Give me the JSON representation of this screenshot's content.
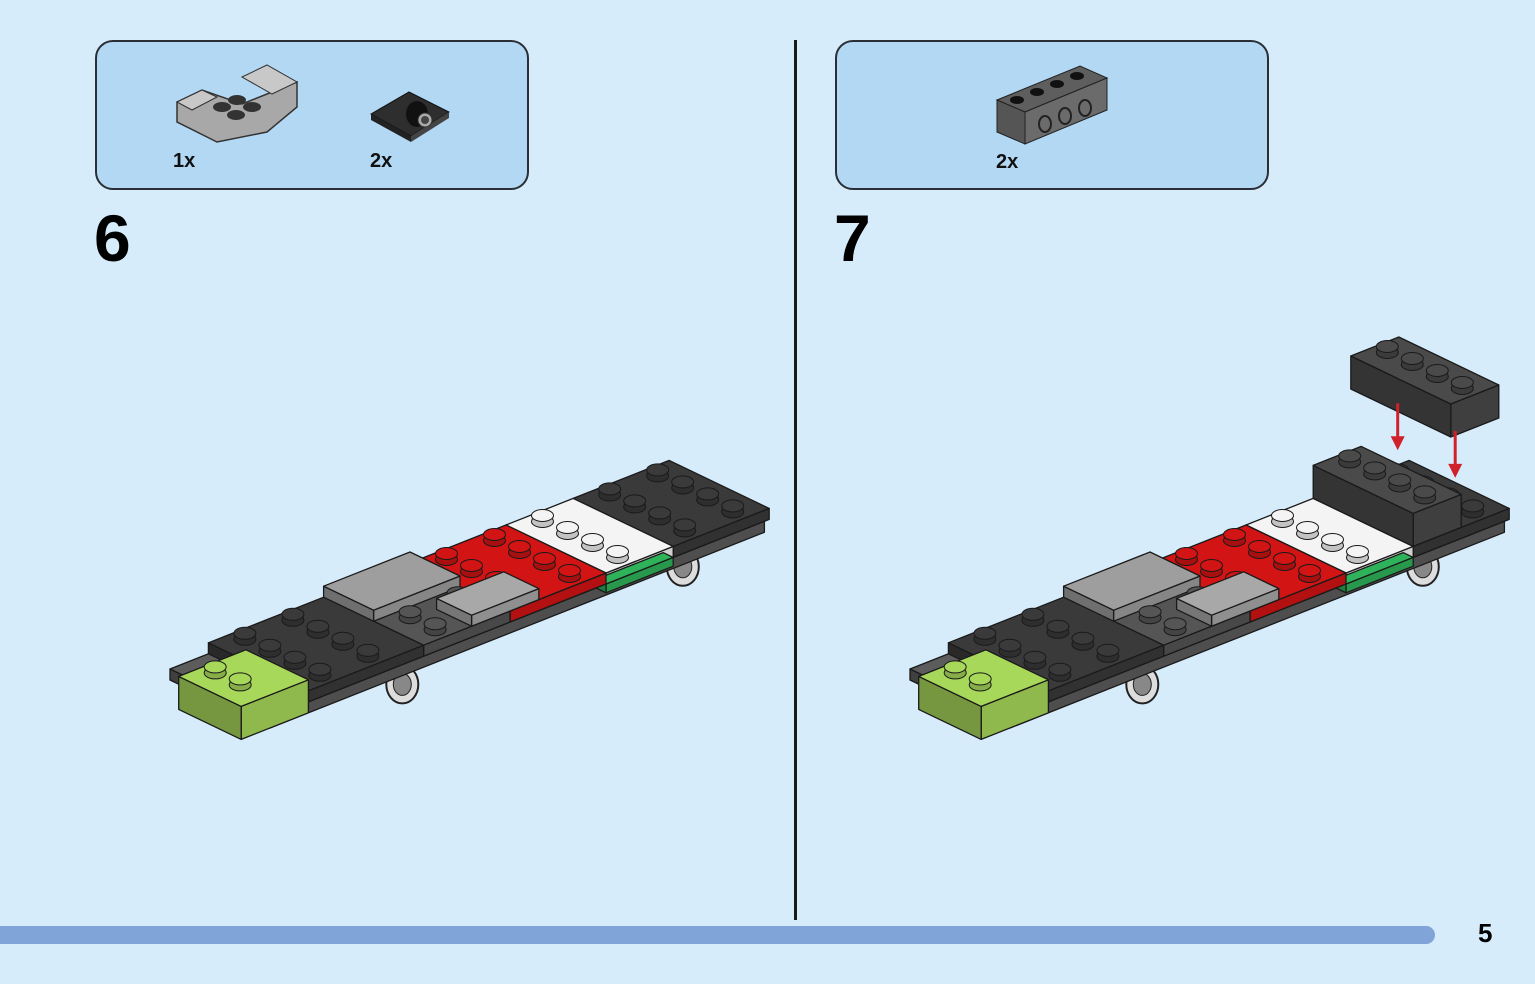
{
  "steps": [
    {
      "number": "6",
      "parts": [
        {
          "name": "mudguard-plate",
          "qty": "1x"
        },
        {
          "name": "plate-with-pin-hole",
          "qty": "2x"
        }
      ]
    },
    {
      "number": "7",
      "parts": [
        {
          "name": "technic-brick-1x4",
          "qty": "2x"
        }
      ]
    }
  ],
  "page_number": "5",
  "colors": {
    "background": "#d6ecfb",
    "parts_box": "#b3d8f4",
    "footer_bar": "#80a4d8",
    "arrow": "#d0202a"
  }
}
